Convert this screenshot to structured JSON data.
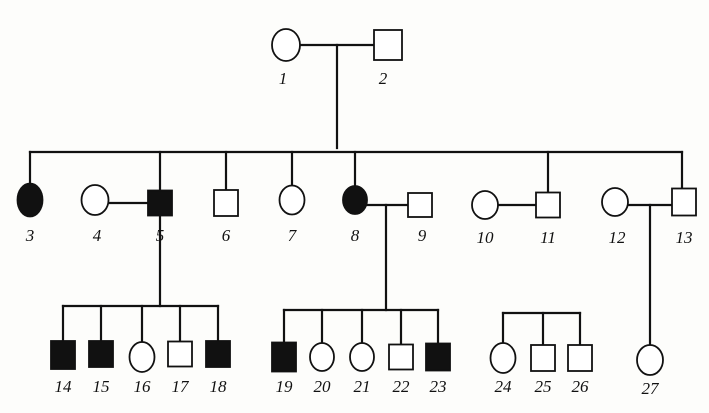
{
  "colors": {
    "line": "#111111",
    "affected": "#111111",
    "unaffected": "#ffffff"
  },
  "individuals": [
    {
      "id": "1",
      "sex": "female",
      "affected": false
    },
    {
      "id": "2",
      "sex": "male",
      "affected": false
    },
    {
      "id": "3",
      "sex": "female",
      "affected": true
    },
    {
      "id": "4",
      "sex": "female",
      "affected": false
    },
    {
      "id": "5",
      "sex": "male",
      "affected": true
    },
    {
      "id": "6",
      "sex": "male",
      "affected": false
    },
    {
      "id": "7",
      "sex": "female",
      "affected": false
    },
    {
      "id": "8",
      "sex": "female",
      "affected": true
    },
    {
      "id": "9",
      "sex": "male",
      "affected": false
    },
    {
      "id": "10",
      "sex": "female",
      "affected": false
    },
    {
      "id": "11",
      "sex": "male",
      "affected": false
    },
    {
      "id": "12",
      "sex": "female",
      "affected": false
    },
    {
      "id": "13",
      "sex": "male",
      "affected": false
    },
    {
      "id": "14",
      "sex": "male",
      "affected": true
    },
    {
      "id": "15",
      "sex": "male",
      "affected": true
    },
    {
      "id": "16",
      "sex": "female",
      "affected": false
    },
    {
      "id": "17",
      "sex": "male",
      "affected": false
    },
    {
      "id": "18",
      "sex": "male",
      "affected": true
    },
    {
      "id": "19",
      "sex": "male",
      "affected": true
    },
    {
      "id": "20",
      "sex": "female",
      "affected": false
    },
    {
      "id": "21",
      "sex": "female",
      "affected": false
    },
    {
      "id": "22",
      "sex": "male",
      "affected": false
    },
    {
      "id": "23",
      "sex": "male",
      "affected": true
    },
    {
      "id": "24",
      "sex": "female",
      "affected": false
    },
    {
      "id": "25",
      "sex": "male",
      "affected": false
    },
    {
      "id": "26",
      "sex": "male",
      "affected": false
    },
    {
      "id": "27",
      "sex": "female",
      "affected": false
    }
  ]
}
